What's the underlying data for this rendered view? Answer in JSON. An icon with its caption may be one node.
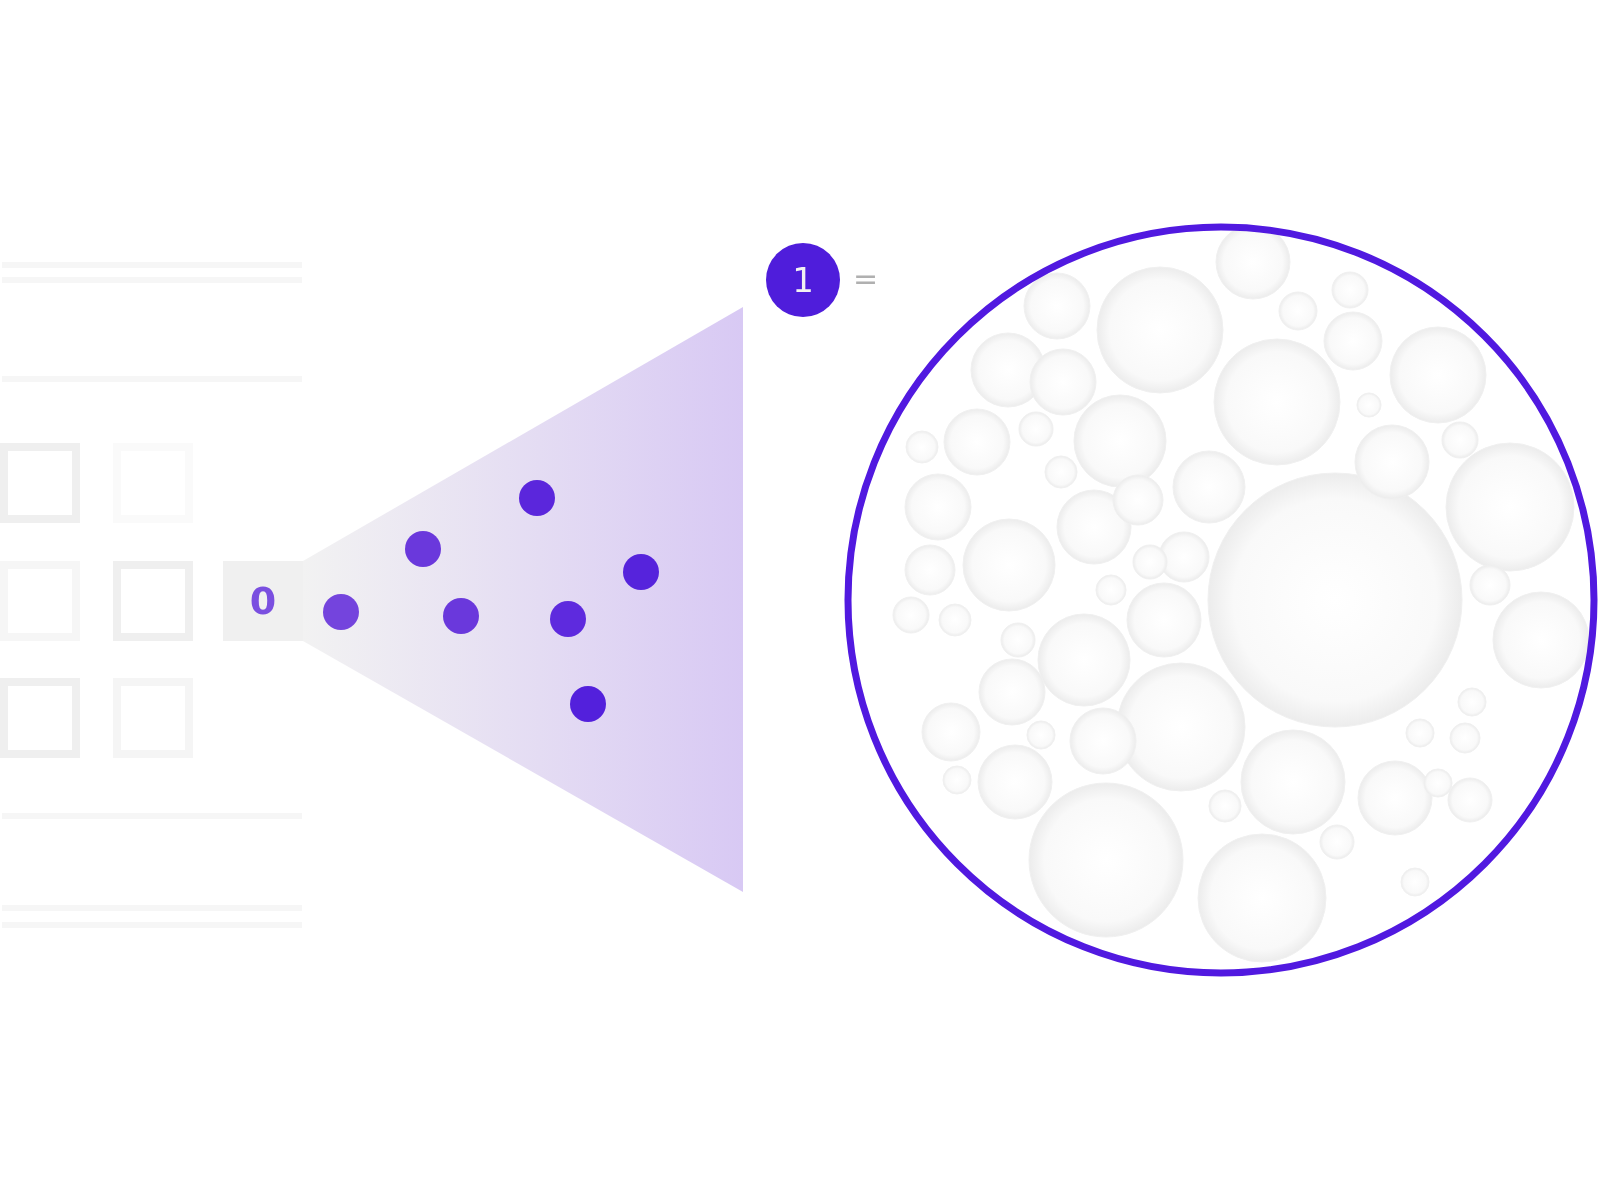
{
  "diagram": {
    "nodes": [
      {
        "text": [],
        "shape": "box"
      },
      {
        "text": [],
        "shape": "box"
      },
      {
        "text": [],
        "shape": "box"
      },
      {
        "text": [],
        "shape": "box"
      },
      {
        "text": [
          "0"
        ]
      },
      {
        "text": [],
        "shape": "box"
      },
      {
        "text": [],
        "shape": "box"
      },
      {
        "text": [
          "1"
        ]
      }
    ],
    "labels": [
      "="
    ]
  }
}
